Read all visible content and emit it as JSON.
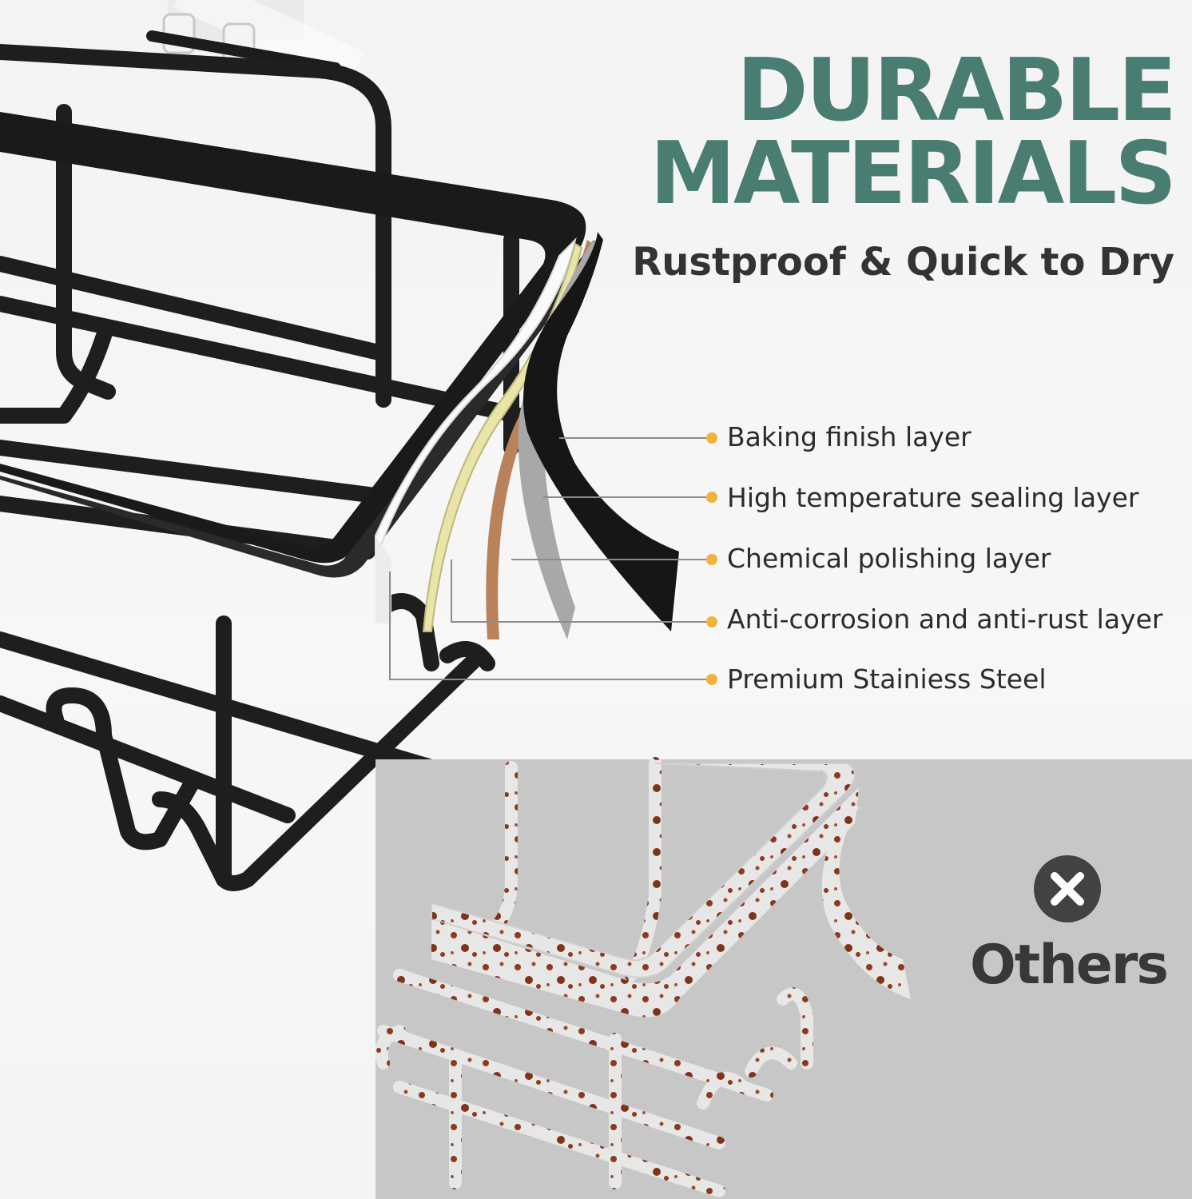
{
  "headline": {
    "line1": "DURABLE",
    "line2": "MATERIALS"
  },
  "subhead": "Rustproof & Quick to Dry",
  "layers": [
    {
      "label": "Baking finish layer"
    },
    {
      "label": "High temperature sealing layer"
    },
    {
      "label": "Chemical polishing layer"
    },
    {
      "label": "Anti-corrosion and anti-rust layer"
    },
    {
      "label": "Premium Stainiess Steel"
    }
  ],
  "comparison": {
    "label": "Others",
    "icon": "x-circle-icon"
  },
  "colors": {
    "headline": "#4a7d72",
    "bullet": "#f3b23a",
    "product": "#1c1c1c",
    "rust": "#8a3b1c"
  }
}
